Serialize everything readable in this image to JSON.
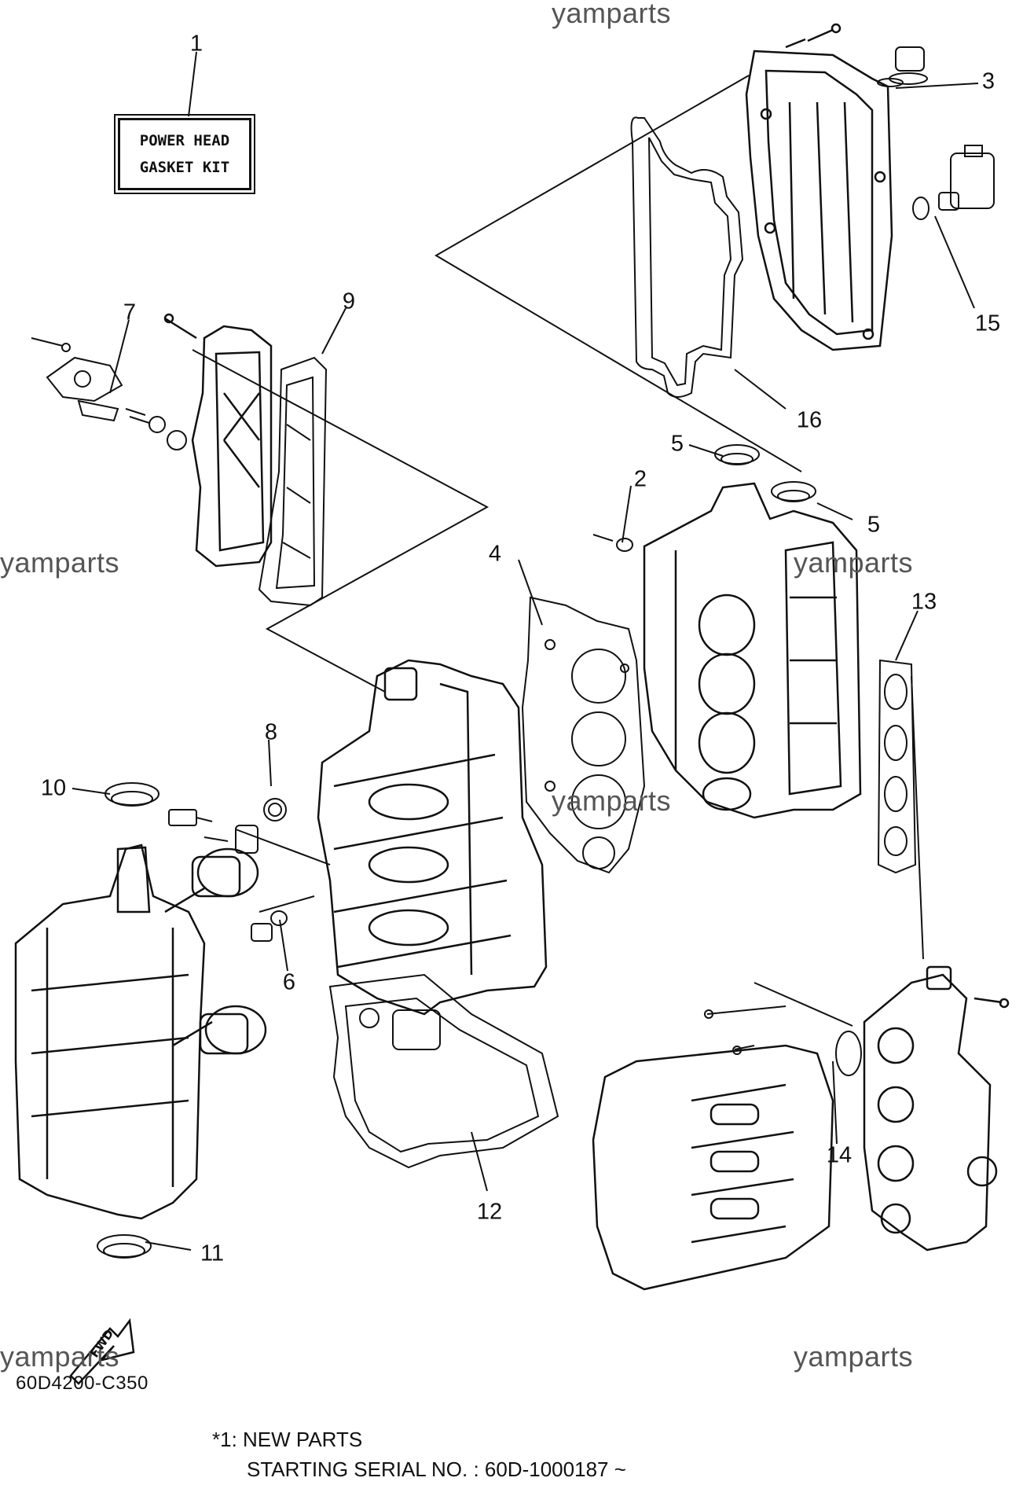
{
  "watermarks": [
    "yamparts",
    "yamparts",
    "yamparts",
    "yamparts",
    "yamparts",
    "yamparts"
  ],
  "kit_label": {
    "line1": "POWER HEAD",
    "line2": "GASKET KIT"
  },
  "callouts": {
    "c1": "1",
    "c2": "2",
    "c3": "3",
    "c4": "4",
    "c5a": "5",
    "c5b": "5",
    "c6": "6",
    "c7": "7",
    "c8": "8",
    "c9": "9",
    "c10": "10",
    "c11": "11",
    "c12": "12",
    "c13": "13",
    "c14": "14",
    "c15": "15",
    "c16": "16"
  },
  "fwd_label": "FWD",
  "diagram_code": "60D4200-C350",
  "notes": {
    "line1": "*1: NEW PARTS",
    "line2": "STARTING SERIAL NO. : 60D-1000187 ~"
  }
}
